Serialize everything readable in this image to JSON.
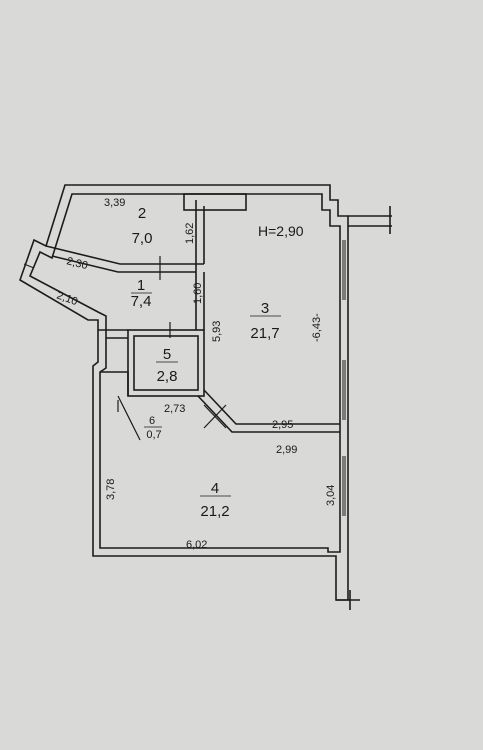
{
  "ceiling_height": "H=2,90",
  "rooms": [
    {
      "number": "1",
      "area": "7,4"
    },
    {
      "number": "2",
      "area": "7,0"
    },
    {
      "number": "3",
      "area": "21,7"
    },
    {
      "number": "4",
      "area": "21,2"
    },
    {
      "number": "5",
      "area": "2,8"
    },
    {
      "number": "6",
      "area": "0,7"
    }
  ],
  "dimensions": {
    "top_left": "3,39",
    "wall_2_30": "2,30",
    "wall_2_10": "2,10",
    "height_1_62": "1,62",
    "height_1_60": "1,60",
    "height_5_93": "5,93",
    "right_6_43": "-6,43-",
    "bath_2_73": "2,73",
    "room3_bottom": "2,95",
    "room4_top": "2,99",
    "left_3_78": "3,78",
    "right_3_04": "3,04",
    "bottom_6_02": "6,02"
  },
  "colors": {
    "background": "#d9d9d7",
    "wall": "#1c1c1c",
    "paper": "#e6e6e3"
  }
}
